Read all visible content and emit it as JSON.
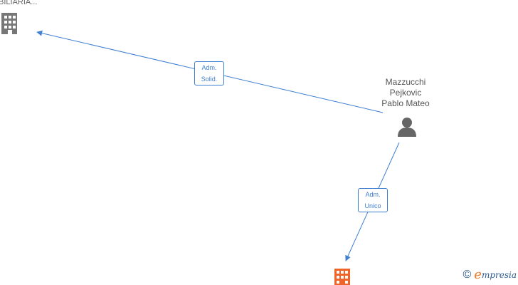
{
  "nodes": {
    "company_top": {
      "label": "BILIARIA...",
      "color": "#777777"
    },
    "person": {
      "label_lines": [
        "Mazzucchi",
        "Pejkovic",
        "Pablo Mateo"
      ],
      "color": "#666666"
    },
    "company_bottom": {
      "color": "#f0642a"
    }
  },
  "edges": [
    {
      "id": "adm-solid",
      "line1": "Adm.",
      "line2": "Solid."
    },
    {
      "id": "adm-unico",
      "line1": "Adm.",
      "line2": "Unico"
    }
  ],
  "colors": {
    "edge": "#3f7fd0"
  },
  "watermark": {
    "copyright": "©",
    "brand_initial": "e",
    "brand_rest": "mpresia"
  }
}
